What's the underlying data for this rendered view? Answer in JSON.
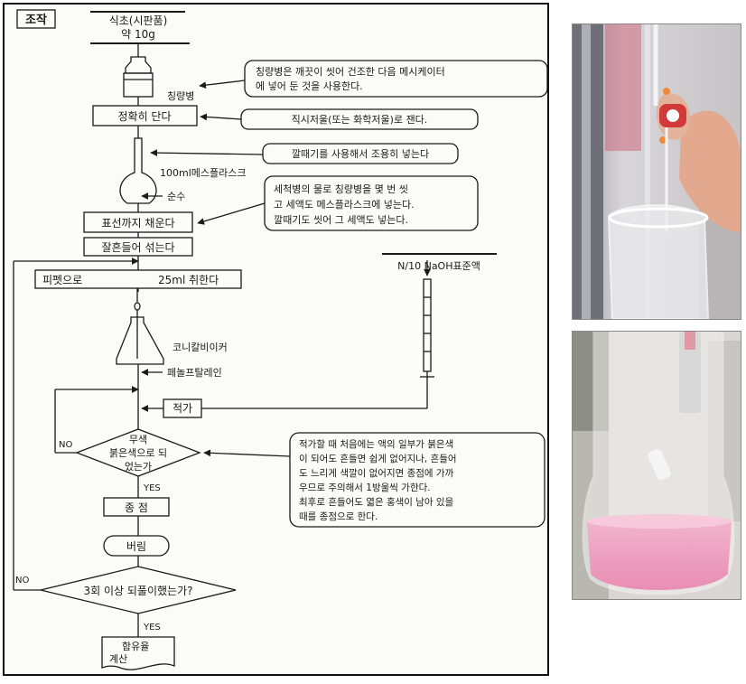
{
  "header_label": "조작",
  "sample": {
    "name": "식초(시판품)",
    "amount": "약 10g"
  },
  "weighing_bottle": "칭량병",
  "note_bottle": [
    "칭량병은 깨끗이 씻어 건조한 다음 메시케이터",
    "에 넣어 둔 것을 사용한다."
  ],
  "step_weigh": "정확히 단다",
  "note_balance": "직시저울(또는 화학저울)로 잰다.",
  "note_funnel": "깔때기를 사용해서 조용히 넣는다",
  "flask_label": "100ml메스플라스크",
  "water_label": "순수",
  "note_rinse": [
    "세척병의 물로 칭량병을 몇 번 씻",
    "고 세액도 메스플라스크에 넣는다.",
    "깔때기도 씻어 그 세액도 넣는다."
  ],
  "step_fill": "표선까지 채운다",
  "step_mix": "잘흔들어 섞는다",
  "naoh_label": "N/10 NaOH표준액",
  "step_pipette": {
    "left": "피펫으로",
    "right": "25ml 취한다"
  },
  "conical_label": "코니칼비이커",
  "indicator_label": "페놀프탈레인",
  "step_titrate": "적가",
  "decision_color": {
    "line1": "무색",
    "line2": "붉은색으로 되",
    "line3": "었는가"
  },
  "no_label": "NO",
  "yes_label": "YES",
  "note_titration": [
    "적가할 때 처음에는 액의 일부가 붉은색",
    "이 되어도 흔들면 쉽게 없어지나, 흔들어",
    "도 느리게 색깔이 없어지면 종점에 가까",
    "우므로 주의해서 1방울씩 가한다.",
    "최후로 흔들어도 엷은 홍색이 남아 있을",
    "때를 종점으로 한다."
  ],
  "step_endpoint": "종 점",
  "step_discard": "버림",
  "decision_repeat": "3회 이상 되풀이했는가?",
  "step_calc": [
    "함유율",
    "계산"
  ]
}
